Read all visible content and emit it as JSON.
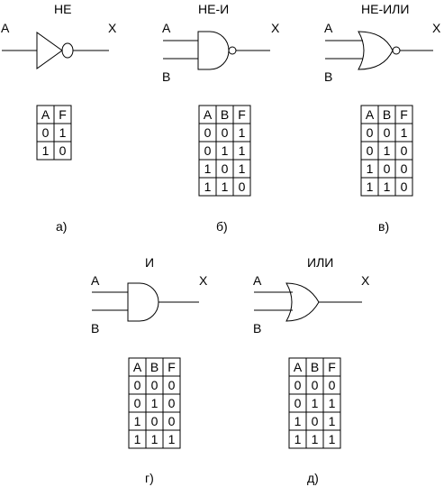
{
  "gates": [
    {
      "id": "not",
      "type": "not",
      "title": "НЕ",
      "inputs": [
        "A"
      ],
      "output": "X",
      "caption": "а)",
      "truth_table": {
        "headers": [
          "A",
          "F"
        ],
        "rows": [
          [
            "0",
            "1"
          ],
          [
            "1",
            "0"
          ]
        ]
      }
    },
    {
      "id": "nand",
      "type": "nand",
      "title": "НЕ-И",
      "inputs": [
        "A",
        "B"
      ],
      "output": "X",
      "caption": "б)",
      "truth_table": {
        "headers": [
          "A",
          "B",
          "F"
        ],
        "rows": [
          [
            "0",
            "0",
            "1"
          ],
          [
            "0",
            "1",
            "1"
          ],
          [
            "1",
            "0",
            "1"
          ],
          [
            "1",
            "1",
            "0"
          ]
        ]
      }
    },
    {
      "id": "nor",
      "type": "nor",
      "title": "НЕ-ИЛИ",
      "inputs": [
        "A",
        "B"
      ],
      "output": "X",
      "caption": "в)",
      "truth_table": {
        "headers": [
          "A",
          "B",
          "F"
        ],
        "rows": [
          [
            "0",
            "0",
            "1"
          ],
          [
            "0",
            "1",
            "0"
          ],
          [
            "1",
            "0",
            "0"
          ],
          [
            "1",
            "1",
            "0"
          ]
        ]
      }
    },
    {
      "id": "and",
      "type": "and",
      "title": "И",
      "inputs": [
        "A",
        "B"
      ],
      "output": "X",
      "caption": "г)",
      "truth_table": {
        "headers": [
          "A",
          "B",
          "F"
        ],
        "rows": [
          [
            "0",
            "0",
            "0"
          ],
          [
            "0",
            "1",
            "0"
          ],
          [
            "1",
            "0",
            "0"
          ],
          [
            "1",
            "1",
            "1"
          ]
        ]
      }
    },
    {
      "id": "or",
      "type": "or",
      "title": "ИЛИ",
      "inputs": [
        "A",
        "B"
      ],
      "output": "X",
      "caption": "д)",
      "truth_table": {
        "headers": [
          "A",
          "B",
          "F"
        ],
        "rows": [
          [
            "0",
            "0",
            "0"
          ],
          [
            "0",
            "1",
            "1"
          ],
          [
            "1",
            "0",
            "1"
          ],
          [
            "1",
            "1",
            "1"
          ]
        ]
      }
    }
  ]
}
